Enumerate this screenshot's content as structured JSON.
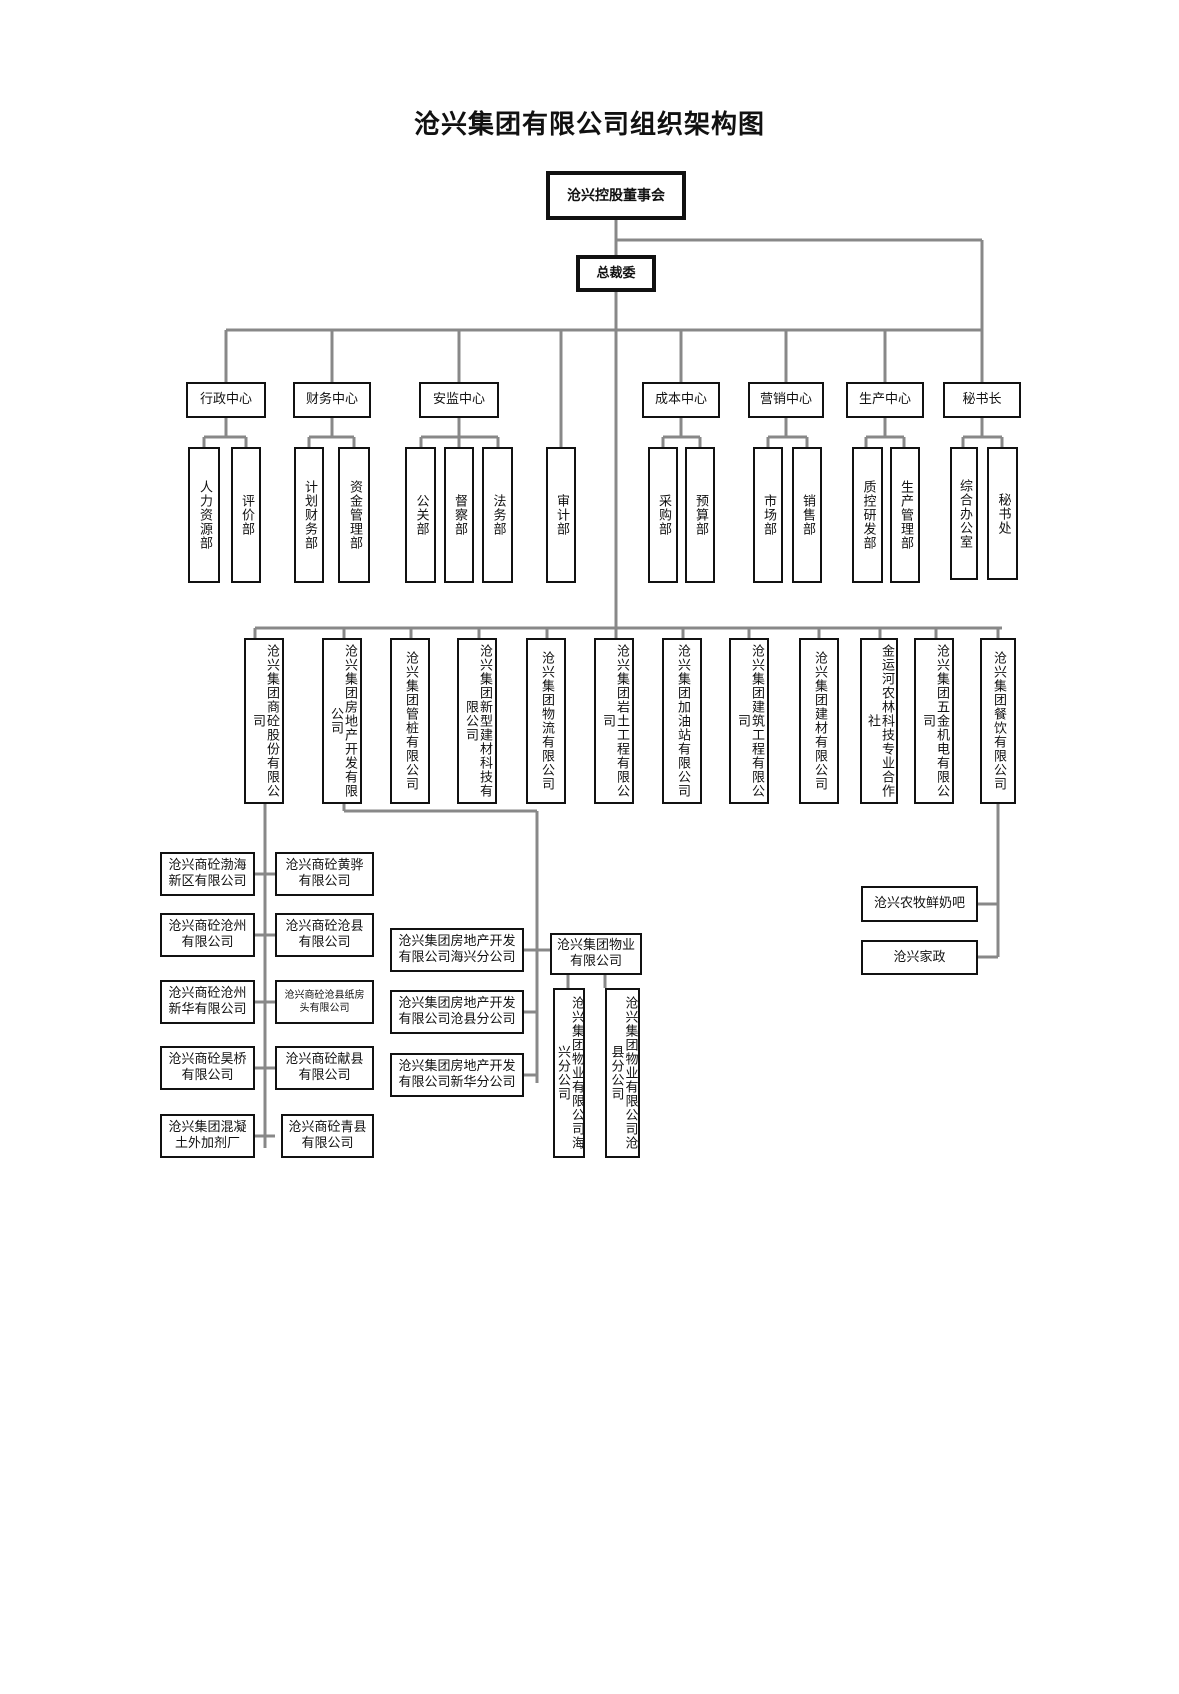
{
  "title": "沧兴集团有限公司组织架构图",
  "board": "沧兴控股董事会",
  "president_committee": "总裁委",
  "centers": [
    "行政中心",
    "财务中心",
    "安监中心",
    "成本中心",
    "营销中心",
    "生产中心",
    "秘书长"
  ],
  "departments": {
    "admin_hr": "人力资源部",
    "admin_eval": "评价部",
    "fin_plan": "计划财务部",
    "fin_funds": "资金管理部",
    "safety_pr": "公关部",
    "safety_supervise": "督察部",
    "safety_legal": "法务部",
    "audit": "审计部",
    "cost_purchase": "采购部",
    "cost_budget": "预算部",
    "mkt_market": "市场部",
    "mkt_sales": "销售部",
    "prod_qc": "质控研发部",
    "prod_mgmt": "生产管理部",
    "sec_office": "综合办公室",
    "sec_secretariat": "秘书处"
  },
  "companies": [
    "沧兴集团商砼股份有限公司",
    "沧兴集团房地产开发有限公司",
    "沧兴集团管桩有限公司",
    "沧兴集团新型建材科技有限公司",
    "沧兴集团物流有限公司",
    "沧兴集团岩土工程有限公司",
    "沧兴集团加油站有限公司",
    "沧兴集团建筑工程有限公司",
    "沧兴集团建材有限公司",
    "金运河农林科技专业合作社",
    "沧兴集团五金机电有限公司",
    "沧兴集团餐饮有限公司"
  ],
  "concrete_subs": {
    "left": [
      "沧兴商砼渤海\n新区有限公司",
      "沧兴商砼沧州\n有限公司",
      "沧兴商砼沧州\n新华有限公司",
      "沧兴商砼昊桥\n有限公司",
      "沧兴集团混凝\n土外加剂厂"
    ],
    "right": [
      "沧兴商砼黄骅\n有限公司",
      "沧兴商砼沧县\n有限公司",
      "沧兴商砼沧县纸房\n头有限公司",
      "沧兴商砼献县\n有限公司",
      "沧兴商砼青县\n有限公司"
    ]
  },
  "realestate_subs": [
    "沧兴集团房地产开发\n有限公司海兴分公司",
    "沧兴集团房地产开发\n有限公司沧县分公司",
    "沧兴集团房地产开发\n有限公司新华分公司"
  ],
  "property": {
    "name": "沧兴集团物业\n有限公司",
    "branches": [
      "沧兴集团物业有限公司海兴分公司",
      "沧兴集团物业有限公司沧县分公司"
    ]
  },
  "catering_subs": [
    "沧兴农牧鲜奶吧",
    "沧兴家政"
  ]
}
